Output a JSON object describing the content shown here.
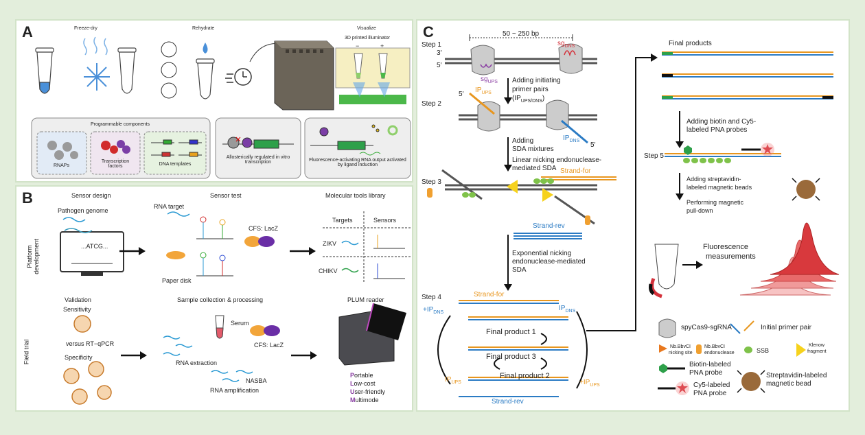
{
  "panelA": {
    "label": "A",
    "freeze_dry": "Freeze-dry",
    "rehydrate": "Rehydrate",
    "visualize": "Visualize",
    "illuminator": "3D printed illuminator",
    "minus": "−",
    "plus": "+",
    "programmable": "Programmable components",
    "rnaps": "RNAPs",
    "tf": "Transcription factors",
    "dna": "DNA templates",
    "allosteric": "Allosterically regulated in vitro transcription",
    "fluor": "Fluorescence-activating RNA output activated by ligand induction"
  },
  "panelB": {
    "label": "B",
    "sensor_design": "Sensor design",
    "pathogen_genome": "Pathogen genome",
    "atcg": "...ATCG...",
    "platform": "Platform development",
    "sensor_test": "Sensor test",
    "rna_target": "RNA target",
    "cfs_lacz": "CFS: LacZ",
    "paper_disk": "Paper disk",
    "library": "Molecular tools library",
    "targets": "Targets",
    "sensors": "Sensors",
    "zikv": "ZIKV",
    "chikv": "CHIKV",
    "validation": "Validation",
    "sensitivity": "Sensitivity",
    "versus": "versus RT−qPCR",
    "specificity": "Specificity",
    "field_trial": "Field trial",
    "sample": "Sample collection & processing",
    "serum": "Serum",
    "cfs_lacz2": "CFS: LacZ",
    "rna_extraction": "RNA extraction",
    "nasba": "NASBA",
    "rna_amp": "RNA amplification",
    "plum": "PLUM reader",
    "portable_p": "P",
    "portable_r": "ortable",
    "lowcost_p": "L",
    "lowcost_r": "ow-cost",
    "user_p": "U",
    "user_r": "ser-friendly",
    "multi_p": "M",
    "multi_r": "ultimode"
  },
  "panelC": {
    "label": "C",
    "step1": "Step 1",
    "step2": "Step 2",
    "step3": "Step 3",
    "step4": "Step 4",
    "step5": "Step 5",
    "bp": "50 ~ 250 bp",
    "three": "3′",
    "five": "5′",
    "five_b": "5′",
    "five_c": "5′",
    "sg": "sg",
    "ups": "UPS",
    "dns": "DNS",
    "ip": "IP",
    "adding_init1": "Adding initiating",
    "adding_init2": "primer pairs",
    "adding_init3": "(IP",
    "adding_init3b": "UPS/DNS",
    "adding_init3c": ")",
    "adding_sda1": "Adding",
    "adding_sda2": "SDA mixtures",
    "linear1": "Linear nicking endonuclease-",
    "linear2": "mediated SDA",
    "strand_for": "Strand-for",
    "strand_rev": "Strand-rev",
    "exp1": "Exponential nicking",
    "exp2": "endonuclease-mediated",
    "exp3": "SDA",
    "strand_for2": "Strand-for",
    "strand_rev2": "Strand-rev",
    "plus_ip": "+IP",
    "fp1": "Final product 1",
    "fp3": "Final product 3",
    "fp2": "Final product 2",
    "final_products": "Final products",
    "adding_bio1": "Adding biotin and Cy5-",
    "adding_bio2": "labeled PNA probes",
    "adding_strep1": "Adding streptavidin-",
    "adding_strep2": "labeled magnetic beads",
    "pull1": "Performing magnetic",
    "pull2": "pull-down",
    "fluor1": "Fluorescence",
    "fluor2": "measurements",
    "leg_cas9": "spyCas9-sgRNA",
    "leg_primer": "Initial primer pair",
    "leg_nick1": "Nb.BbvCI",
    "leg_nick2": "nicking site",
    "leg_endo1": "Nb.BbvCI",
    "leg_endo2": "endonuclease",
    "leg_ssb": "SSB",
    "leg_klenow1": "Klenow",
    "leg_klenow2": "fragment",
    "leg_bio1": "Biotin-labeled",
    "leg_bio2": "PNA probe",
    "leg_cy1": "Cy5-labeled",
    "leg_cy2": "PNA probe",
    "leg_strep1": "Streptavidin-labeled",
    "leg_strep2": "magnetic bead"
  }
}
